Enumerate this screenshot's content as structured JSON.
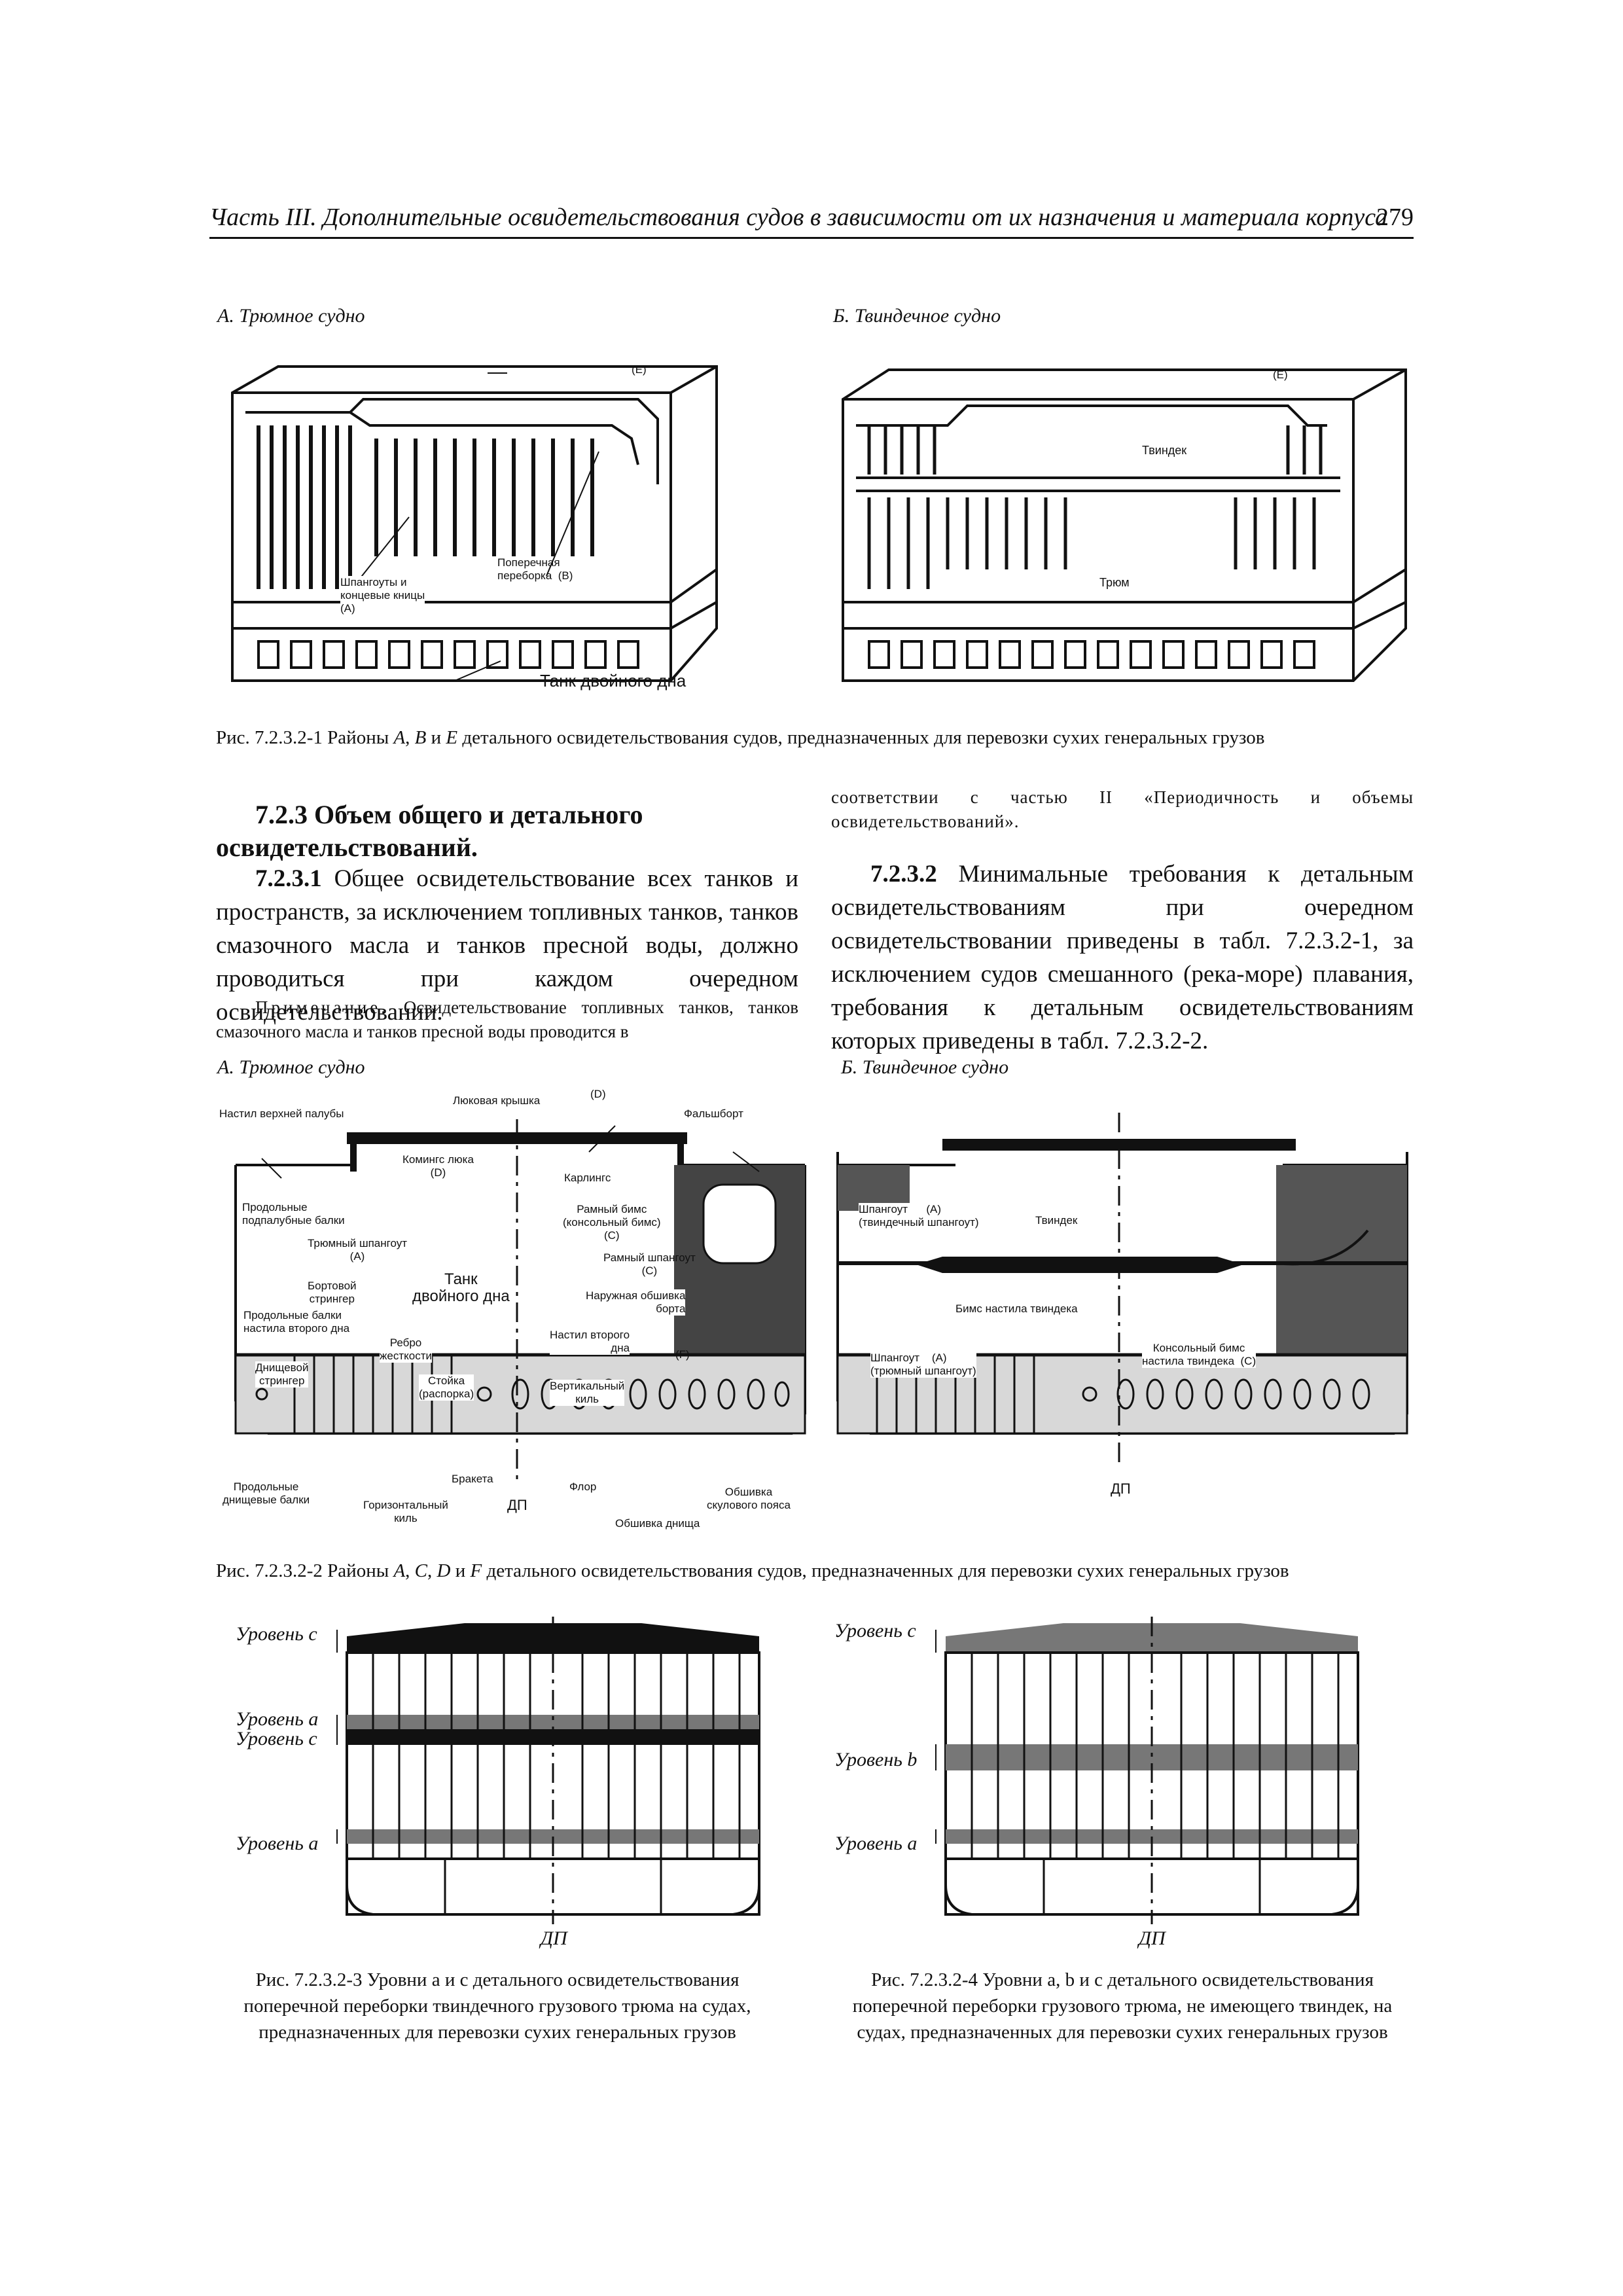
{
  "header": {
    "title": "Часть III. Дополнительные освидетельствования судов в зависимости от их назначения и материала корпуса",
    "page_number": "279"
  },
  "fig1": {
    "left_sub": "А. Трюмное судно",
    "right_sub": "Б. Твиндечное судно",
    "labels": {
      "e_left": "(E)",
      "e_right": "(E)",
      "bulkhead": "Поперечная\nпереборка  (B)",
      "frames": "Шпангоуты и\nконцевые кницы\n(A)",
      "double_bottom": "Танк двойного дна",
      "tweendeck": "Твиндек",
      "hold": "Трюм"
    },
    "caption_prefix": "Рис. 7.2.3.2-1 Районы",
    "caption_a": "A",
    "caption_comma": ",",
    "caption_b": "B",
    "caption_and": "и",
    "caption_e": "E",
    "caption_rest": "детального освидетельствования судов, предназначенных для перевозки сухих генеральных грузов"
  },
  "section": {
    "heading": "7.2.3 Объем общего и детального освидетельствований.",
    "p1_num": "7.2.3.1",
    "p1_text": "Общее освидетельствование всех танков и пространств, за исключением топливных танков, танков смазочного масла и танков пресной воды, должно проводиться при каждом очередном освидетельствовании.",
    "note_label": "Примечание.",
    "note_text": "Освидетельствование топливных танков, танков смазочного масла и танков пресной воды проводится в",
    "note_cont": "соответствии с частью II «Периодичность и объемы освидетельствований».",
    "p2_num": "7.2.3.2",
    "p2_text": "Минимальные требования к детальным освидетельствованиям при очередном освидетельствовании приведены в табл. 7.2.3.2-1, за исключением судов смешанного (река-море) плавания, требования к детальным освидетельствованиям которых приведены в табл. 7.2.3.2-2."
  },
  "fig2": {
    "left_sub": "А. Трюмное судно",
    "right_sub": "Б. Твиндечное судно",
    "left_labels": {
      "deck_plating": "Настил верхней палубы",
      "hatch_cover": "Люковая крышка",
      "d_top": "(D)",
      "bulwark": "Фальшборт",
      "coaming": "Комингс люка\n(D)",
      "carling": "Карлингс",
      "long_deck_beams": "Продольные\nподпалубные балки",
      "hold_frame": "Трюмный шпангоут\n(A)",
      "web_beam": "Рамный бимс\n(консольный бимс)\n(C)",
      "web_frame": "Рамный шпангоут\n(C)",
      "side_stringer": "Бортовой\nстрингер",
      "db_tank": "Танк\nдвойного дна",
      "shell_plating": "Наружная обшивка\nборта",
      "long_inner_bottom": "Продольные балки\nнастила второго дна",
      "inner_bottom": "Настил второго\nдна",
      "f_label": "(F)",
      "stiffener": "Ребро\nжесткости",
      "bottom_girder": "Днищевой\nстрингер",
      "pillar": "Стойка\n(распорка)",
      "vertical_keel": "Вертикальный\nкиль",
      "long_bottom": "Продольные\nднищевые балки",
      "bracket": "Бракета",
      "horiz_keel": "Горизонтальный\nкиль",
      "cl": "ДП",
      "floor": "Флор",
      "bottom_shell": "Обшивка днища",
      "bilge_shell": "Обшивка\nскулового пояса"
    },
    "right_labels": {
      "frame": "Шпангоут      (A)\n(твиндечный шпангоут)",
      "tweendeck": "Твиндек",
      "tweendeck_beam": "Бимс настила твиндека",
      "hold_frame": "Шпангоут    (A)\n(трюмный шпангоут)",
      "cantilever": "Консольный бимс\nнастила твиндека  (C)",
      "cl": "ДП"
    },
    "caption_prefix": "Рис. 7.2.3.2-2 Районы",
    "caption_a": "A",
    "caption_c": "C",
    "caption_d": "D",
    "caption_and": "и",
    "caption_f": "F",
    "caption_rest": "детального освидетельствования судов, предназначенных для перевозки сухих генеральных грузов"
  },
  "fig3": {
    "levels": [
      "Уровень c",
      "Уровень a",
      "Уровень c",
      "Уровень a"
    ],
    "cl": "ДП",
    "caption": "Рис. 7.2.3.2-3 Уровни a и c детального освидетельствования поперечной переборки твиндечного грузового трюма на судах, предназначенных для перевозки сухих генеральных грузов"
  },
  "fig4": {
    "levels": [
      "Уровень c",
      "Уровень b",
      "Уровень a"
    ],
    "cl": "ДП",
    "caption": "Рис. 7.2.3.2-4 Уровни a, b и c детального освидетельствования поперечной переборки грузового трюма, не имеющего твиндек, на судах, предназначенных для перевозки сухих генеральных грузов"
  }
}
